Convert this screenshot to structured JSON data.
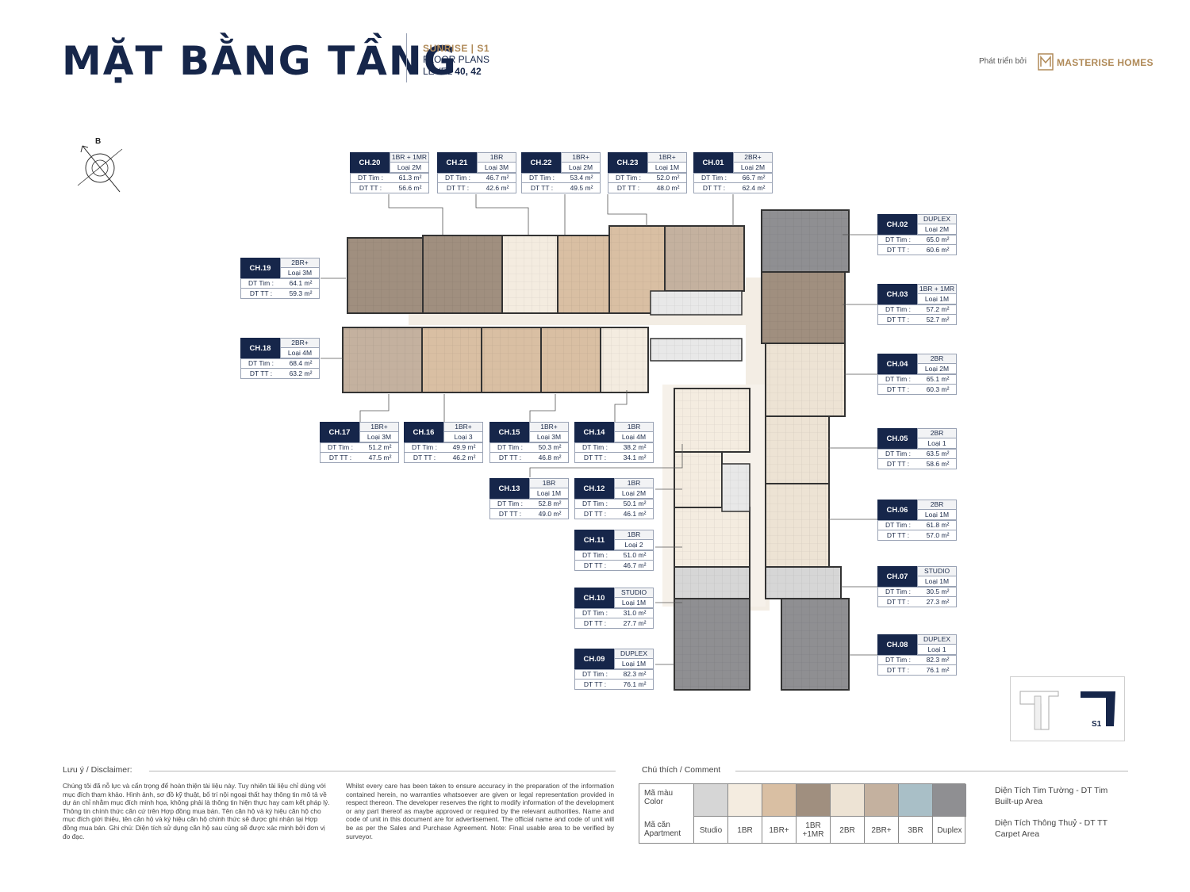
{
  "header": {
    "title": "MẶT BẰNG TẦNG",
    "project": "SUNRISE | S1",
    "subtitle": "FLOOR PLANS",
    "level_prefix": "LEVEL",
    "level_value": "40, 42",
    "developer_prefix": "Phát triển bởi",
    "developer_name": "MASTERISE HOMES",
    "compass_label": "B"
  },
  "units": [
    {
      "code": "CH.20",
      "type": "1BR + 1MR",
      "loai": "Loại 2M",
      "dt_tim_label": "DT Tim :",
      "dt_tim": "61.3 m²",
      "dt_tt_label": "DT TT :",
      "dt_tt": "56.6 m²"
    },
    {
      "code": "CH.21",
      "type": "1BR",
      "loai": "Loại 3M",
      "dt_tim_label": "DT Tim :",
      "dt_tim": "46.7 m²",
      "dt_tt_label": "DT TT :",
      "dt_tt": "42.6 m²"
    },
    {
      "code": "CH.22",
      "type": "1BR+",
      "loai": "Loại 2M",
      "dt_tim_label": "DT Tim :",
      "dt_tim": "53.4 m²",
      "dt_tt_label": "DT TT :",
      "dt_tt": "49.5 m²"
    },
    {
      "code": "CH.23",
      "type": "1BR+",
      "loai": "Loại 1M",
      "dt_tim_label": "DT Tim :",
      "dt_tim": "52.0 m²",
      "dt_tt_label": "DT TT :",
      "dt_tt": "48.0 m²"
    },
    {
      "code": "CH.01",
      "type": "2BR+",
      "loai": "Loại 2M",
      "dt_tim_label": "DT Tim :",
      "dt_tim": "66.7 m²",
      "dt_tt_label": "DT TT :",
      "dt_tt": "62.4 m²"
    },
    {
      "code": "CH.02",
      "type": "DUPLEX",
      "loai": "Loại 2M",
      "dt_tim_label": "DT Tim :",
      "dt_tim": "65.0 m²",
      "dt_tt_label": "DT TT :",
      "dt_tt": "60.6 m²"
    },
    {
      "code": "CH.03",
      "type": "1BR + 1MR",
      "loai": "Loại 1M",
      "dt_tim_label": "DT Tim :",
      "dt_tim": "57.2 m²",
      "dt_tt_label": "DT TT :",
      "dt_tt": "52.7 m²"
    },
    {
      "code": "CH.04",
      "type": "2BR",
      "loai": "Loại 2M",
      "dt_tim_label": "DT Tim :",
      "dt_tim": "65.1 m²",
      "dt_tt_label": "DT TT :",
      "dt_tt": "60.3 m²"
    },
    {
      "code": "CH.05",
      "type": "2BR",
      "loai": "Loại 1",
      "dt_tim_label": "DT Tim :",
      "dt_tim": "63.5 m²",
      "dt_tt_label": "DT TT :",
      "dt_tt": "58.6 m²"
    },
    {
      "code": "CH.06",
      "type": "2BR",
      "loai": "Loại 1M",
      "dt_tim_label": "DT Tim :",
      "dt_tim": "61.8 m²",
      "dt_tt_label": "DT TT :",
      "dt_tt": "57.0 m²"
    },
    {
      "code": "CH.07",
      "type": "STUDIO",
      "loai": "Loại 1M",
      "dt_tim_label": "DT Tim :",
      "dt_tim": "30.5 m²",
      "dt_tt_label": "DT TT :",
      "dt_tt": "27.3 m²"
    },
    {
      "code": "CH.08",
      "type": "DUPLEX",
      "loai": "Loại 1",
      "dt_tim_label": "DT Tim :",
      "dt_tim": "82.3 m²",
      "dt_tt_label": "DT TT :",
      "dt_tt": "76.1 m²"
    },
    {
      "code": "CH.09",
      "type": "DUPLEX",
      "loai": "Loại 1M",
      "dt_tim_label": "DT Tim :",
      "dt_tim": "82.3 m²",
      "dt_tt_label": "DT TT :",
      "dt_tt": "76.1 m²"
    },
    {
      "code": "CH.10",
      "type": "STUDIO",
      "loai": "Loại 1M",
      "dt_tim_label": "DT Tim :",
      "dt_tim": "31.0 m²",
      "dt_tt_label": "DT TT :",
      "dt_tt": "27.7 m²"
    },
    {
      "code": "CH.11",
      "type": "1BR",
      "loai": "Loại 2",
      "dt_tim_label": "DT Tim :",
      "dt_tim": "51.0 m²",
      "dt_tt_label": "DT TT :",
      "dt_tt": "46.7 m²"
    },
    {
      "code": "CH.12",
      "type": "1BR",
      "loai": "Loại 2M",
      "dt_tim_label": "DT Tim :",
      "dt_tim": "50.1 m²",
      "dt_tt_label": "DT TT :",
      "dt_tt": "46.1 m²"
    },
    {
      "code": "CH.13",
      "type": "1BR",
      "loai": "Loại 1M",
      "dt_tim_label": "DT Tim :",
      "dt_tim": "52.8 m²",
      "dt_tt_label": "DT TT :",
      "dt_tt": "49.0 m²"
    },
    {
      "code": "CH.14",
      "type": "1BR",
      "loai": "Loại 4M",
      "dt_tim_label": "DT Tim :",
      "dt_tim": "38.2 m²",
      "dt_tt_label": "DT TT :",
      "dt_tt": "34.1 m²"
    },
    {
      "code": "CH.15",
      "type": "1BR+",
      "loai": "Loại 3M",
      "dt_tim_label": "DT Tim :",
      "dt_tim": "50.3 m²",
      "dt_tt_label": "DT TT :",
      "dt_tt": "46.8 m²"
    },
    {
      "code": "CH.16",
      "type": "1BR+",
      "loai": "Loại 3",
      "dt_tim_label": "DT Tim :",
      "dt_tim": "49.9 m²",
      "dt_tt_label": "DT TT :",
      "dt_tt": "46.2 m²"
    },
    {
      "code": "CH.17",
      "type": "1BR+",
      "loai": "Loại 3M",
      "dt_tim_label": "DT Tim :",
      "dt_tim": "51.2 m²",
      "dt_tt_label": "DT TT :",
      "dt_tt": "47.5 m²"
    },
    {
      "code": "CH.18",
      "type": "2BR+",
      "loai": "Loại 4M",
      "dt_tim_label": "DT Tim :",
      "dt_tim": "68.4 m²",
      "dt_tt_label": "DT TT :",
      "dt_tt": "63.2 m²"
    },
    {
      "code": "CH.19",
      "type": "2BR+",
      "loai": "Loại 3M",
      "dt_tim_label": "DT Tim :",
      "dt_tim": "64.1 m²",
      "dt_tt_label": "DT TT :",
      "dt_tt": "59.3 m²"
    }
  ],
  "disclaimer": {
    "title": "Lưu ý / Disclaimer:",
    "vi": "Chúng tôi đã nỗ lực và cẩn trọng để hoàn thiện tài liệu này. Tuy nhiên tài liệu chỉ dùng với mục đích tham khảo. Hình ảnh, sơ đồ kỹ thuật, bố trí nội ngoại thất hay thông tin mô tả về dự án chỉ nhằm mục đích minh họa, không phải là thông tin hiện thực hay cam kết pháp lý. Thông tin chính thức căn cứ trên Hợp đồng mua bán. Tên căn hộ và ký hiệu căn hộ cho mục đích giới thiệu, tên căn hộ và ký hiệu căn hộ chính thức sẽ được ghi nhận tại Hợp đồng mua bán. Ghi chú: Diện tích sử dụng căn hộ sau cùng sẽ được xác minh bởi đơn vị đo đạc.",
    "en": "Whilst every care has been taken to ensure accuracy in the preparation of the information contained herein, no warranties whatsoever are given or legal representation provided in respect thereon. The developer reserves the right to modify information of the development or any part thereof as maybe approved or required by the relevant authorities. Name and code of unit in this document are for advertisement. The official name and code of unit will be as per the Sales and Purchase Agreement. Note: Final usable area to be verified by surveyor."
  },
  "legend": {
    "title": "Chú thích / Comment",
    "color_header": "Mã màu Color",
    "code_header": "Mã căn Apartment",
    "items": [
      {
        "label": "Studio",
        "color": "#d6d6d6"
      },
      {
        "label": "1BR",
        "color": "#f4ece0"
      },
      {
        "label": "1BR+",
        "color": "#d9bfa3"
      },
      {
        "label": "1BR +1MR",
        "color": "#a08f7f"
      },
      {
        "label": "2BR",
        "color": "#ede3d4"
      },
      {
        "label": "2BR+",
        "color": "#c4b19f"
      },
      {
        "label": "3BR",
        "color": "#a9bfc7"
      },
      {
        "label": "Duplex",
        "color": "#8f8f92"
      }
    ],
    "area_builtup_vi": "Diện Tích Tim Tường - DT Tim",
    "area_builtup_en": "Built-up Area",
    "area_carpet_vi": "Diện Tích Thông Thuỷ - DT TT",
    "area_carpet_en": "Carpet Area"
  },
  "keyplan": {
    "label": "S1"
  }
}
